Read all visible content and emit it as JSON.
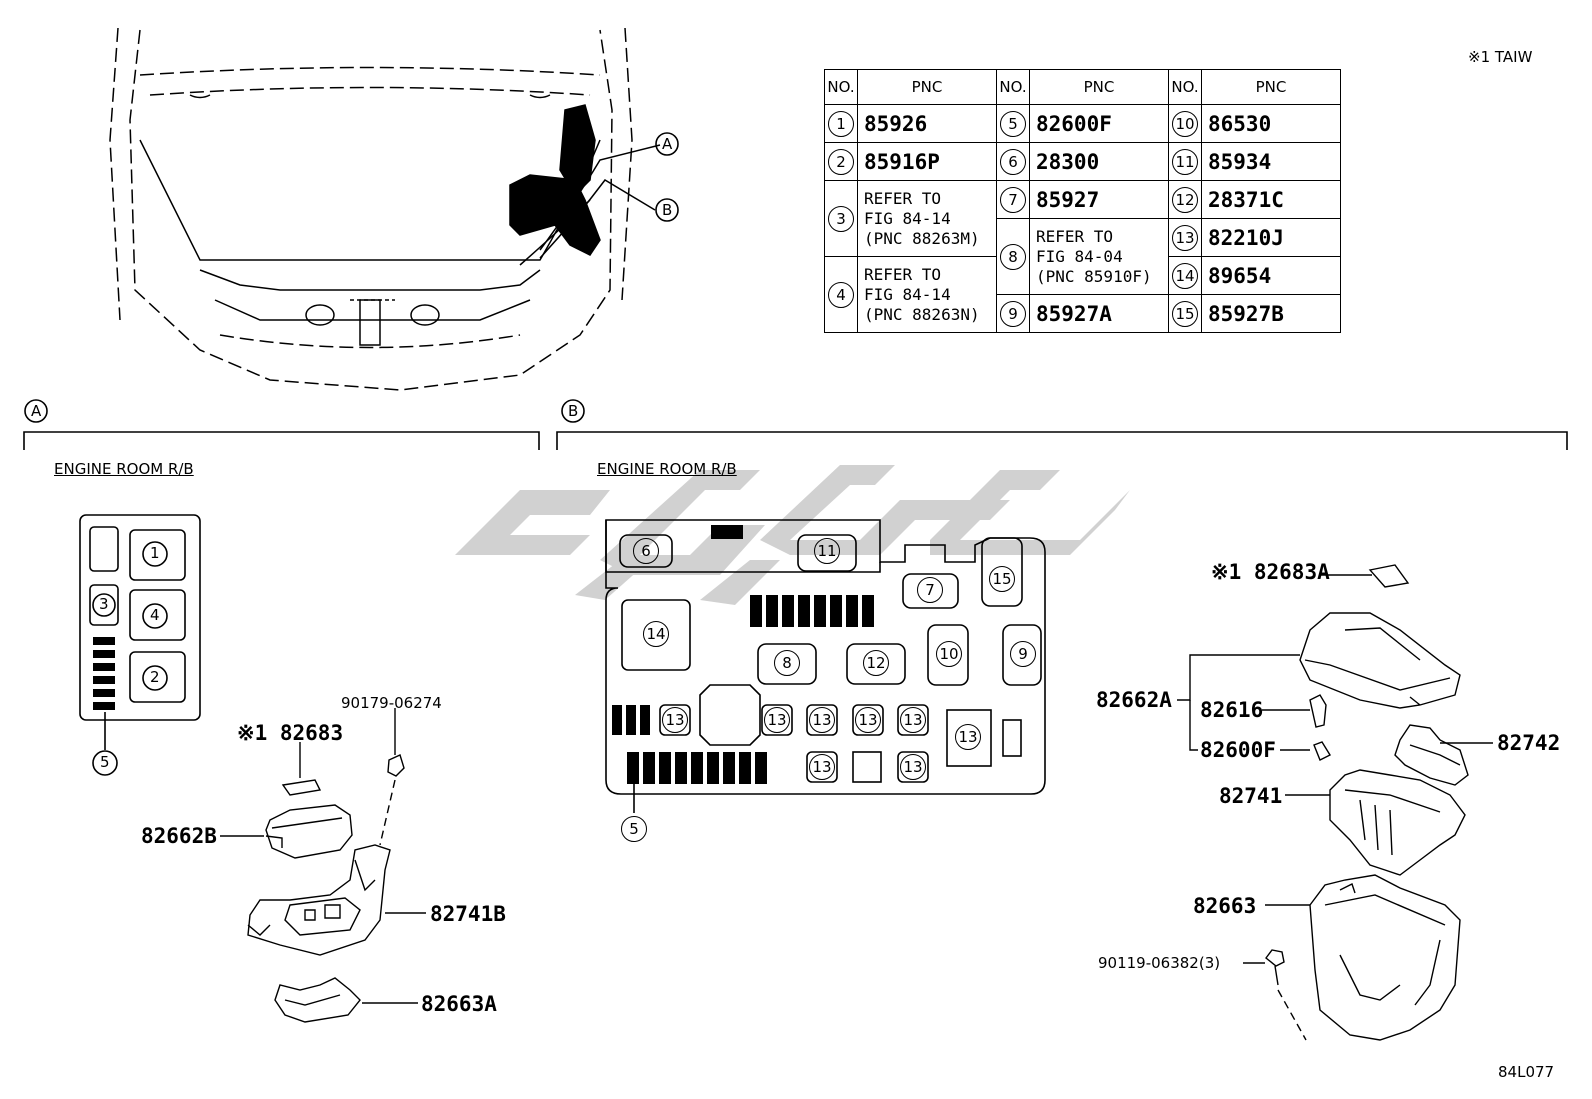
{
  "note": "※1 TAIW",
  "diagram_code": "84L077",
  "callouts": {
    "a": "A",
    "b": "B"
  },
  "table": {
    "headers": [
      "NO.",
      "PNC"
    ],
    "col1": [
      {
        "no": "1",
        "pnc": "85926"
      },
      {
        "no": "2",
        "pnc": "85916P"
      },
      {
        "no": "3",
        "ref": [
          "REFER TO",
          "FIG 84-14",
          "(PNC 88263M)"
        ]
      },
      {
        "no": "4",
        "ref": [
          "REFER TO",
          "FIG 84-14",
          "(PNC 88263N)"
        ]
      }
    ],
    "col2": [
      {
        "no": "5",
        "pnc": "82600F"
      },
      {
        "no": "6",
        "pnc": "28300"
      },
      {
        "no": "7",
        "pnc": "85927"
      },
      {
        "no": "8",
        "ref": [
          "REFER TO",
          "FIG 84-04",
          "(PNC 85910F)"
        ]
      },
      {
        "no": "9",
        "pnc": "85927A"
      }
    ],
    "col3": [
      {
        "no": "10",
        "pnc": "86530"
      },
      {
        "no": "11",
        "pnc": "85934"
      },
      {
        "no": "12",
        "pnc": "28371C"
      },
      {
        "no": "13",
        "pnc": "82210J"
      },
      {
        "no": "14",
        "pnc": "89654"
      },
      {
        "no": "15",
        "pnc": "85927B"
      }
    ]
  },
  "section_a": {
    "title": "ENGINE ROOM R/B",
    "parts": {
      "p82683": "※1 82683",
      "p90179": "90179-06274",
      "p82662b": "82662B",
      "p82741b": "82741B",
      "p82663a": "82663A"
    }
  },
  "section_b": {
    "title": "ENGINE ROOM R/B",
    "parts": {
      "p82683a": "※1 82683A",
      "p82662a": "82662A",
      "p82616": "82616",
      "p82600f": "82600F",
      "p82742": "82742",
      "p82741": "82741",
      "p82663": "82663",
      "p90119": "90119-06382(3)"
    }
  },
  "nums": [
    "1",
    "2",
    "3",
    "4",
    "5",
    "6",
    "7",
    "8",
    "9",
    "10",
    "11",
    "12",
    "13",
    "14",
    "15"
  ]
}
